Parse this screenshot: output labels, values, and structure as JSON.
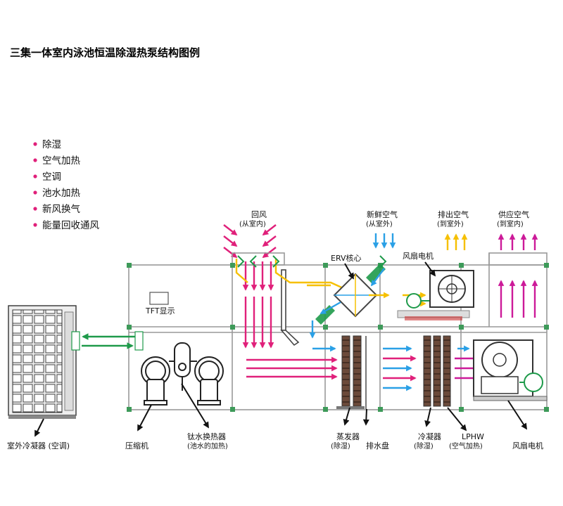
{
  "title": "三集一体室内泳池恒温除湿热泵结构图例",
  "legend": [
    "除湿",
    "空气加热",
    "空调",
    "池水加热",
    "新风换气",
    "能量回收通风"
  ],
  "top_labels": {
    "return_air": [
      "回风",
      "(从室内)"
    ],
    "fresh_air": [
      "新鲜空气",
      "(从室外)"
    ],
    "exhaust_air": [
      "排出空气",
      "(到室外)"
    ],
    "supply_air": [
      "供应空气",
      "(到室内)"
    ]
  },
  "inner_labels": {
    "erv_core": "ERV核心",
    "fan_motor_top": "风扇电机",
    "tft_display": "TFT显示"
  },
  "bottom_labels": {
    "outdoor_condenser": "室外冷凝器 (空调)",
    "compressor": "压缩机",
    "titanium_exchanger": [
      "钛水换热器",
      "(池水的加热)"
    ],
    "evaporator": [
      "蒸发器",
      "(除湿)"
    ],
    "drain_pan": "排水盘",
    "condenser": [
      "冷凝器",
      "(除湿)"
    ],
    "lphw": [
      "LPHW",
      "(空气加热)"
    ],
    "fan_motor_bottom": "风扇电机"
  },
  "colors": {
    "pink": "#e0207a",
    "magenta": "#cc1a99",
    "blue": "#2aa0e6",
    "yellow": "#f6c000",
    "green": "#1e9a4a",
    "frame": "#999999"
  }
}
